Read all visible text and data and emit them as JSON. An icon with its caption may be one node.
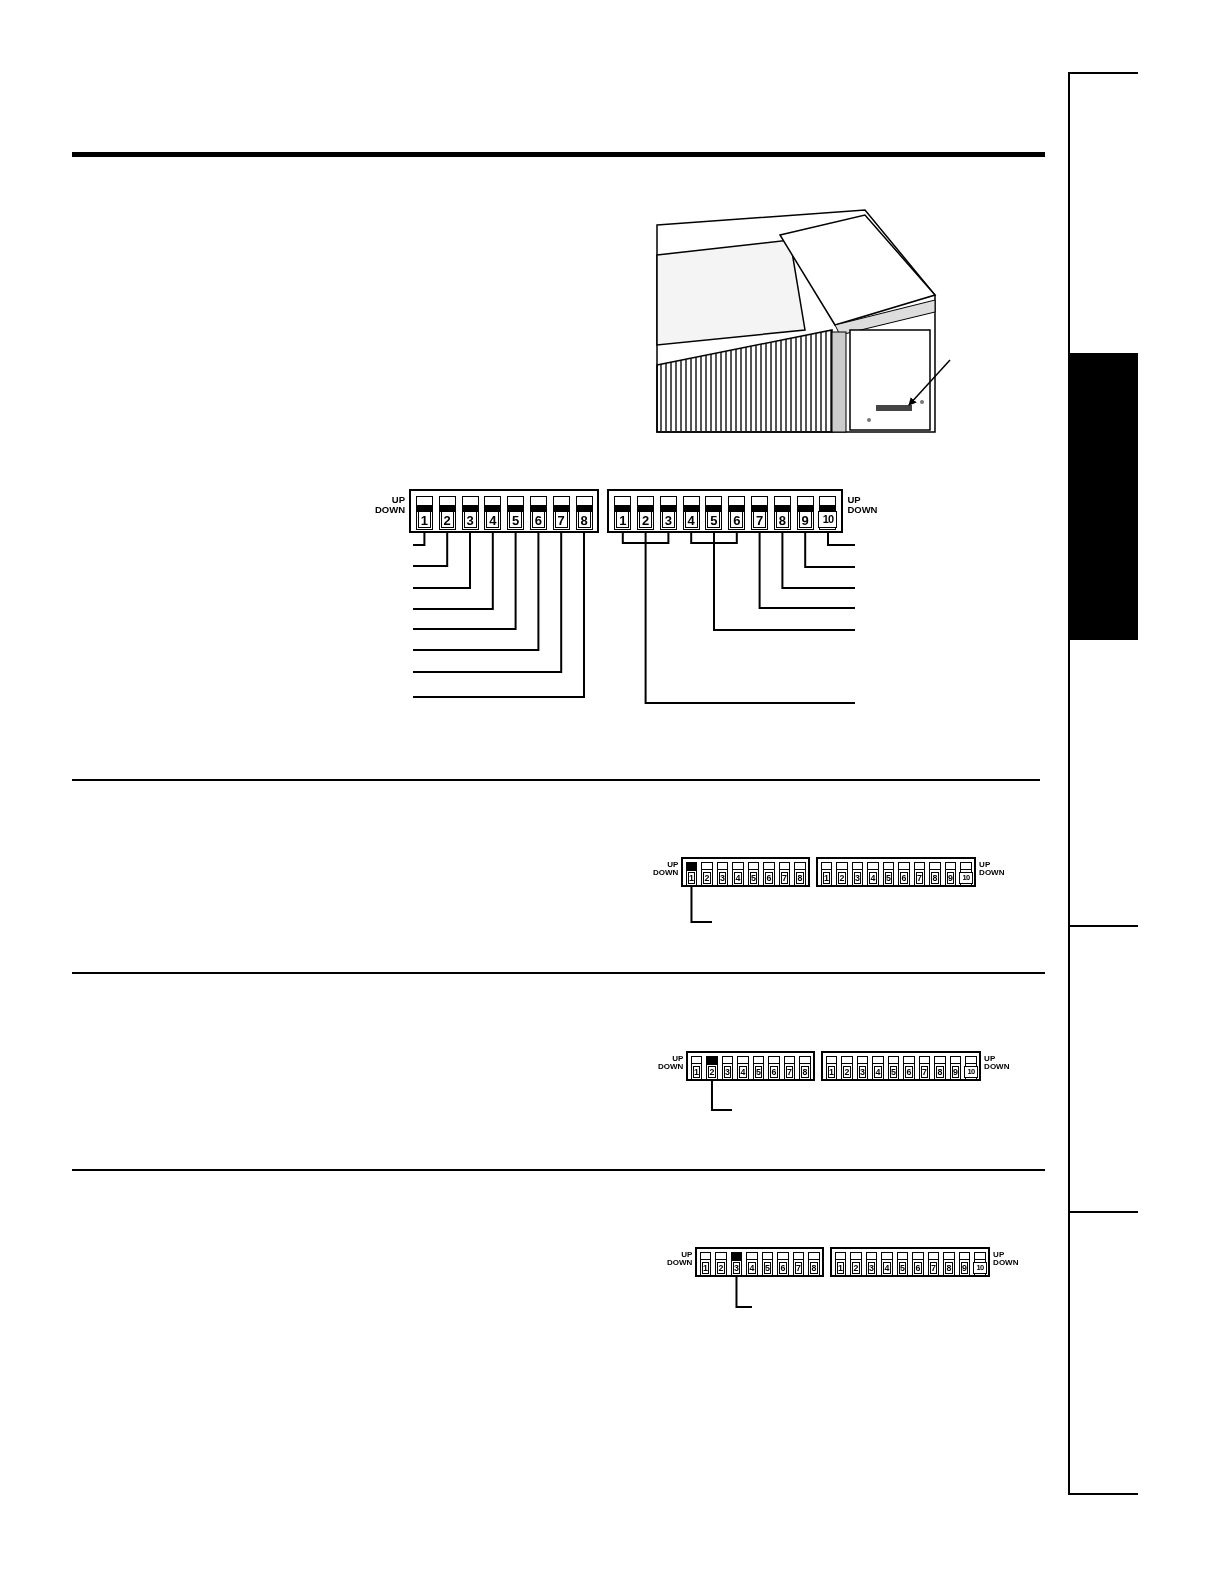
{
  "diagram": {
    "nodes": [
      {
        "text": [],
        "shape": "picture"
      },
      {
        "text": [],
        "shape": "box"
      },
      {
        "text": [
          "1"
        ],
        "in": 1
      },
      {
        "text": [
          "2"
        ],
        "in": 1
      },
      {
        "text": [
          "3"
        ],
        "in": 1
      },
      {
        "text": [
          "4"
        ],
        "in": 1
      },
      {
        "text": [
          "5"
        ],
        "in": 1
      },
      {
        "text": [
          "6"
        ],
        "in": 1
      },
      {
        "text": [
          "7"
        ],
        "in": 1
      },
      {
        "text": [
          "8"
        ],
        "in": 1
      },
      {
        "text": [],
        "shape": "box"
      },
      {
        "text": [
          "1"
        ],
        "in": 10
      },
      {
        "text": [
          "2"
        ],
        "in": 10
      },
      {
        "text": [
          "3"
        ],
        "in": 10
      },
      {
        "text": [
          "4"
        ],
        "in": 10
      },
      {
        "text": [
          "5"
        ],
        "in": 10
      },
      {
        "text": [
          "6"
        ],
        "in": 10
      },
      {
        "text": [
          "7"
        ],
        "in": 10
      },
      {
        "text": [
          "8"
        ],
        "in": 10
      },
      {
        "text": [
          "9"
        ],
        "in": 10
      },
      {
        "text": [
          "10"
        ],
        "in": 10
      },
      {
        "text": [],
        "shape": "box"
      },
      {
        "text": [
          "1"
        ],
        "in": 21
      },
      {
        "text": [
          "2"
        ],
        "in": 21
      },
      {
        "text": [
          "3"
        ],
        "in": 21
      },
      {
        "text": [
          "4"
        ],
        "in": 21
      },
      {
        "text": [
          "5"
        ],
        "in": 21
      },
      {
        "text": [
          "6"
        ],
        "in": 21
      },
      {
        "text": [
          "7"
        ],
        "in": 21
      },
      {
        "text": [
          "8"
        ],
        "in": 21
      },
      {
        "text": [],
        "shape": "box"
      },
      {
        "text": [
          "1"
        ],
        "in": 30
      },
      {
        "text": [
          "2"
        ],
        "in": 30
      },
      {
        "text": [
          "3"
        ],
        "in": 30
      },
      {
        "text": [
          "4"
        ],
        "in": 30
      },
      {
        "text": [
          "5"
        ],
        "in": 30
      },
      {
        "text": [
          "6"
        ],
        "in": 30
      },
      {
        "text": [
          "7"
        ],
        "in": 30
      },
      {
        "text": [
          "8"
        ],
        "in": 30
      },
      {
        "text": [
          "9"
        ],
        "in": 30
      },
      {
        "text": [
          "10"
        ],
        "in": 30
      },
      {
        "text": [],
        "shape": "box"
      },
      {
        "text": [
          "1"
        ],
        "in": 41
      },
      {
        "text": [
          "2"
        ],
        "in": 41
      },
      {
        "text": [
          "3"
        ],
        "in": 41
      },
      {
        "text": [
          "4"
        ],
        "in": 41
      },
      {
        "text": [
          "5"
        ],
        "in": 41
      },
      {
        "text": [
          "6"
        ],
        "in": 41
      },
      {
        "text": [
          "7"
        ],
        "in": 41
      },
      {
        "text": [
          "8"
        ],
        "in": 41
      },
      {
        "text": [],
        "shape": "box"
      },
      {
        "text": [
          "1"
        ],
        "in": 50
      },
      {
        "text": [
          "2"
        ],
        "in": 50
      },
      {
        "text": [
          "3"
        ],
        "in": 50
      },
      {
        "text": [
          "4"
        ],
        "in": 50
      },
      {
        "text": [
          "5"
        ],
        "in": 50
      },
      {
        "text": [
          "6"
        ],
        "in": 50
      },
      {
        "text": [
          "7"
        ],
        "in": 50
      },
      {
        "text": [
          "8"
        ],
        "in": 50
      },
      {
        "text": [
          "9"
        ],
        "in": 50
      },
      {
        "text": [
          "10"
        ],
        "in": 50
      },
      {
        "text": [],
        "shape": "box"
      },
      {
        "text": [
          "1"
        ],
        "in": 61
      },
      {
        "text": [
          "2"
        ],
        "in": 61
      },
      {
        "text": [
          "3"
        ],
        "in": 61
      },
      {
        "text": [
          "4"
        ],
        "in": 61
      },
      {
        "text": [
          "5"
        ],
        "in": 61
      },
      {
        "text": [
          "6"
        ],
        "in": 61
      },
      {
        "text": [
          "7"
        ],
        "in": 61
      },
      {
        "text": [
          "8"
        ],
        "in": 61
      },
      {
        "text": [],
        "shape": "box"
      },
      {
        "text": [
          "1"
        ],
        "in": 70
      },
      {
        "text": [
          "2"
        ],
        "in": 70
      },
      {
        "text": [
          "3"
        ],
        "in": 70
      },
      {
        "text": [
          "4"
        ],
        "in": 70
      },
      {
        "text": [
          "5"
        ],
        "in": 70
      },
      {
        "text": [
          "6"
        ],
        "in": 70
      },
      {
        "text": [
          "7"
        ],
        "in": 70
      },
      {
        "text": [
          "8"
        ],
        "in": 70
      },
      {
        "text": [
          "9"
        ],
        "in": 70
      },
      {
        "text": [
          "10"
        ],
        "in": 70
      },
      {
        "text": [],
        "shape": "box"
      },
      {
        "text": [],
        "shape": "box"
      },
      {
        "text": [],
        "shape": "box"
      },
      {
        "text": [],
        "shape": "box"
      },
      {
        "text": [],
        "shape": "box"
      }
    ],
    "edges": [
      {
        "from": null,
        "to": 0,
        "arrow": "to"
      },
      {
        "from": 2,
        "to": null,
        "arrow": "none"
      },
      {
        "from": 3,
        "to": null,
        "arrow": "none"
      },
      {
        "from": 4,
        "to": null,
        "arrow": "none"
      },
      {
        "from": 5,
        "to": null,
        "arrow": "none"
      },
      {
        "from": 6,
        "to": null,
        "arrow": "none"
      },
      {
        "from": 7,
        "to": null,
        "arrow": "none"
      },
      {
        "from": 8,
        "to": null,
        "arrow": "none"
      },
      {
        "from": 9,
        "to": null,
        "arrow": "none"
      },
      {
        "from": 11,
        "to": null,
        "arrow": "none"
      },
      {
        "from": 12,
        "to": null,
        "arrow": "none"
      },
      {
        "from": 13,
        "to": null,
        "arrow": "none"
      },
      {
        "from": 14,
        "to": null,
        "arrow": "none"
      },
      {
        "from": 15,
        "to": null,
        "arrow": "none"
      },
      {
        "from": 16,
        "to": null,
        "arrow": "none"
      },
      {
        "from": 17,
        "to": null,
        "arrow": "none"
      },
      {
        "from": 18,
        "to": null,
        "arrow": "none"
      },
      {
        "from": 19,
        "to": null,
        "arrow": "none"
      },
      {
        "from": 20,
        "to": null,
        "arrow": "none"
      },
      {
        "from": 22,
        "to": null,
        "arrow": "none"
      },
      {
        "from": 43,
        "to": null,
        "arrow": "none"
      },
      {
        "from": 64,
        "to": null,
        "arrow": "none"
      }
    ],
    "labels": [
      "UP",
      "DOWN",
      "UP",
      "DOWN",
      "UP",
      "DOWN",
      "UP",
      "DOWN",
      "UP",
      "DOWN",
      "UP",
      "DOWN",
      "UP",
      "DOWN",
      "UP",
      "DOWN"
    ]
  }
}
